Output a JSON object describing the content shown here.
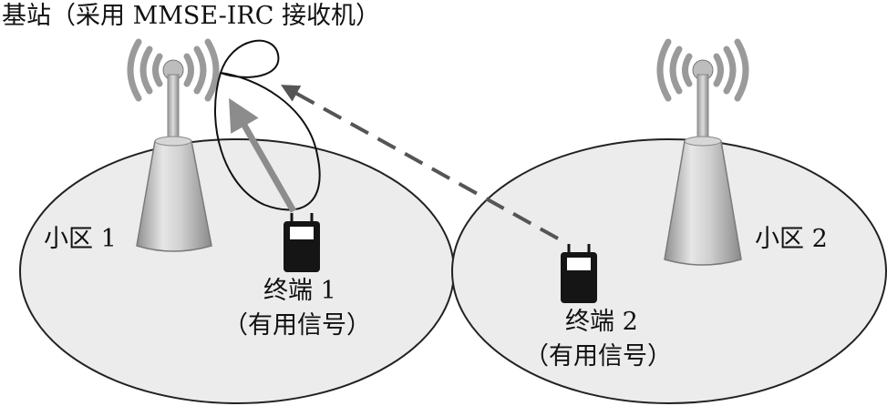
{
  "base_station": {
    "label": "基站（采用 MMSE-IRC 接收机）"
  },
  "cell1": {
    "label": "小区 1"
  },
  "cell2": {
    "label": "小区 2"
  },
  "terminal1": {
    "name": "终端 1",
    "signal": "（有用信号）"
  },
  "terminal2": {
    "name": "终端 2",
    "signal": "（有用信号）"
  },
  "colors": {
    "cell_fill": "#ececec",
    "outline": "#222222",
    "tower_gray": "#b0b0b0",
    "arrow_gray": "#8c8c8c",
    "dash_gray": "#555555",
    "terminal": "#151515"
  }
}
